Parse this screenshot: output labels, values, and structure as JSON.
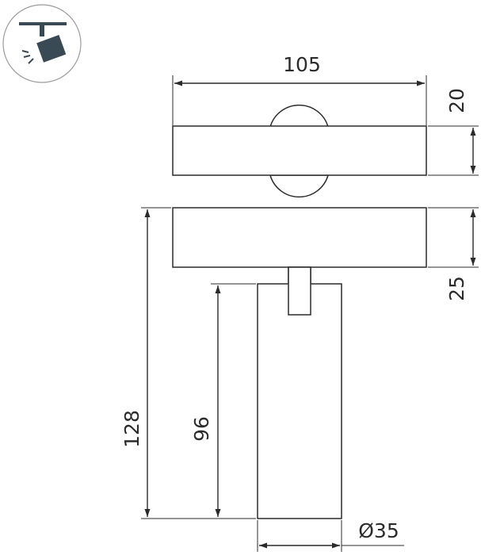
{
  "icon": {
    "name": "track-spotlight-icon",
    "circle_color": "#999999",
    "fill_color": "#3a4a55"
  },
  "dimensions": {
    "width_top": "105",
    "height_top_offset": "20",
    "height_lower_offset": "25",
    "total_height": "128",
    "body_height": "96",
    "diameter": "Ø35"
  },
  "colors": {
    "stroke": "#2b2b2b",
    "background": "#ffffff"
  }
}
